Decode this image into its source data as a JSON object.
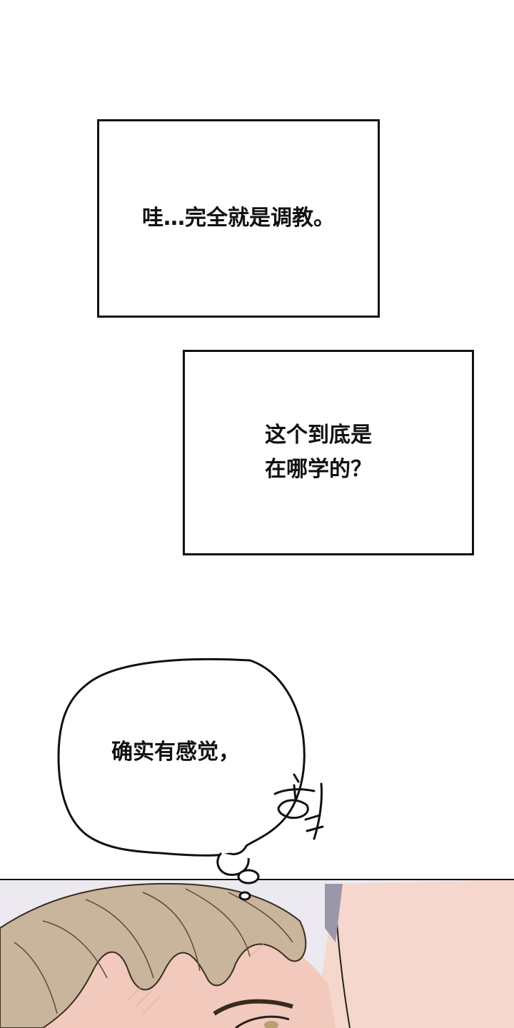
{
  "captions": [
    {
      "lines": [
        "哇…完全就是调教。"
      ]
    },
    {
      "lines": [
        "这个到底是",
        "在哪学的？"
      ]
    }
  ],
  "thought_bubble": {
    "text": "确实有感觉，"
  },
  "colors": {
    "panel_border": "#111111",
    "hair": "#c7b49c",
    "skin": "#f4cfc4",
    "background": "#ffffff"
  }
}
